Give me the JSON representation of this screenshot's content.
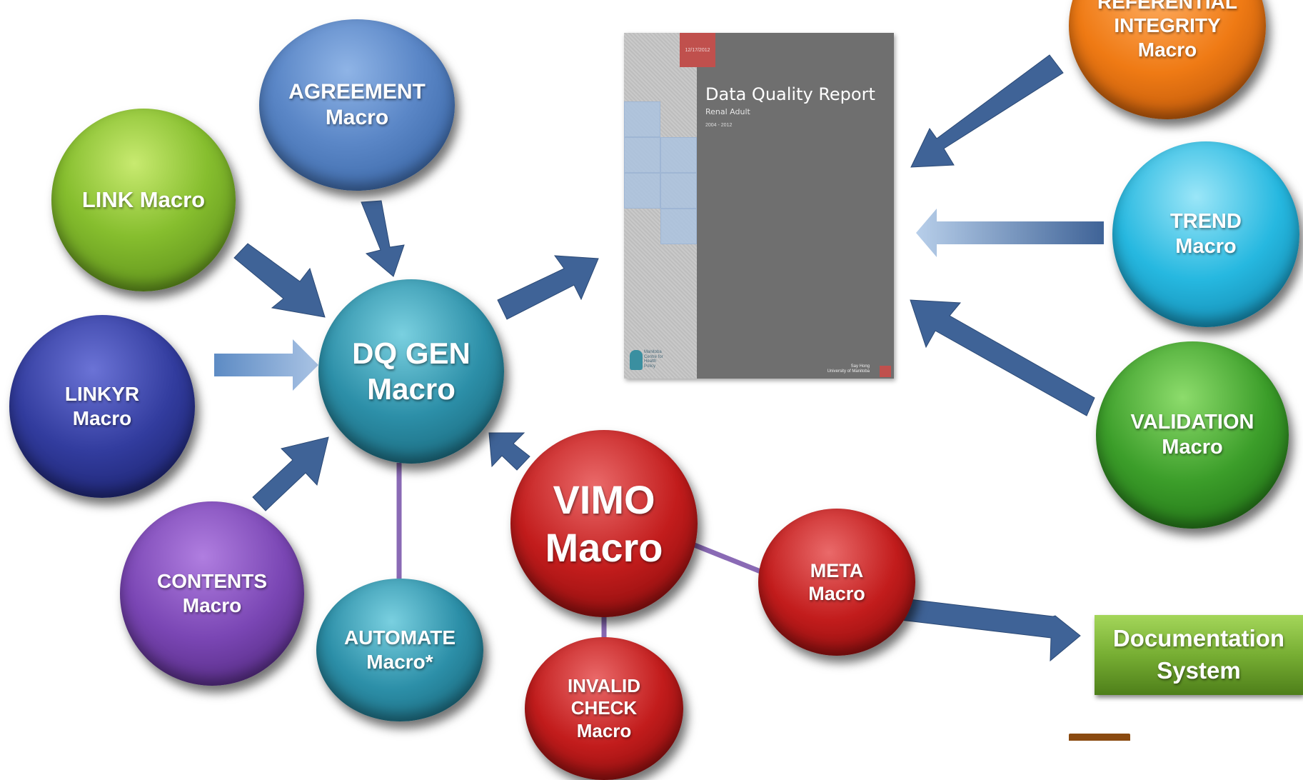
{
  "nodes": {
    "agreement": "AGREEMENT\nMacro",
    "link": "LINK Macro",
    "linkyr": "LINKYR\nMacro",
    "contents": "CONTENTS\nMacro",
    "automate": "AUTOMATE\nMacro*",
    "dqgen": "DQ GEN\nMacro",
    "vimo": "VIMO\nMacro",
    "meta": "META\nMacro",
    "invalid_check": "INVALID\nCHECK\nMacro",
    "referential_integrity": "REFERENTIAL\nINTEGRITY\nMacro",
    "trend": "TREND\nMacro",
    "validation": "VALIDATION\nMacro"
  },
  "report": {
    "date": "12/17/2012",
    "title": "Data Quality Report",
    "subtitle": "Renal Adult",
    "years": "2004 - 2012",
    "org": "Manitoba\nCentre for\nHealth\nPolicy",
    "author": "Say Hong\nUniversity of Manitoba"
  },
  "documentation_system": "Documentation\nSystem",
  "colors": {
    "arrow": "#3f6397",
    "connector": "#8a6ab5"
  }
}
